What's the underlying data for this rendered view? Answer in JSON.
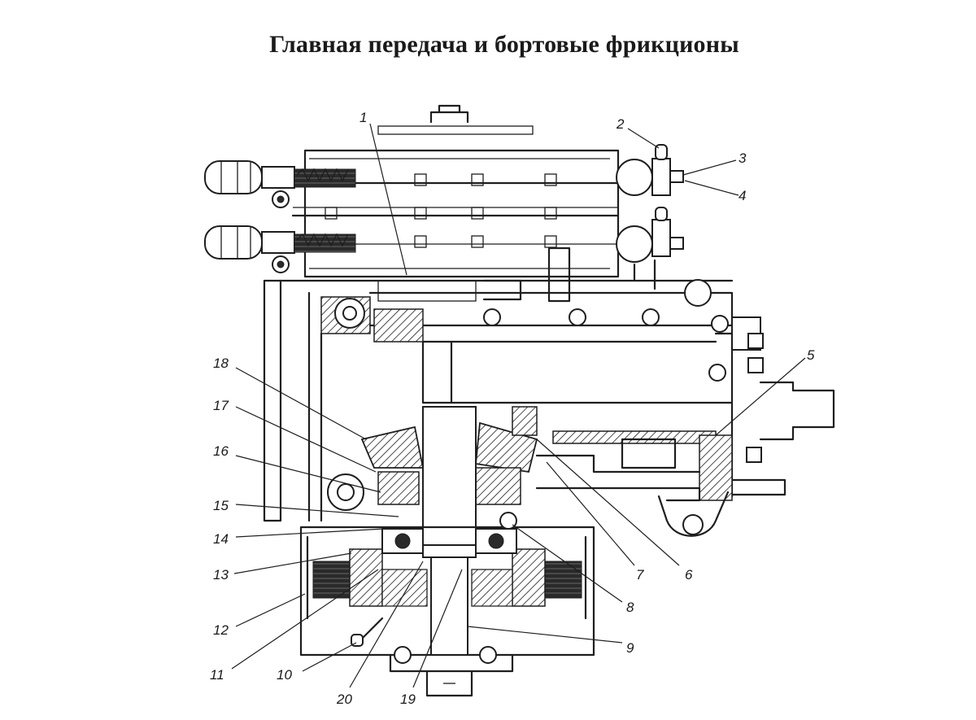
{
  "title": "Главная передача и бортовые фрикционы",
  "callouts": {
    "c1": "1",
    "c2": "2",
    "c3": "3",
    "c4": "4",
    "c5": "5",
    "c6": "6",
    "c7": "7",
    "c8": "8",
    "c9": "9",
    "c10": "10",
    "c11": "11",
    "c12": "12",
    "c13": "13",
    "c14": "14",
    "c15": "15",
    "c16": "16",
    "c17": "17",
    "c18": "18",
    "c19": "19",
    "c20": "20"
  }
}
